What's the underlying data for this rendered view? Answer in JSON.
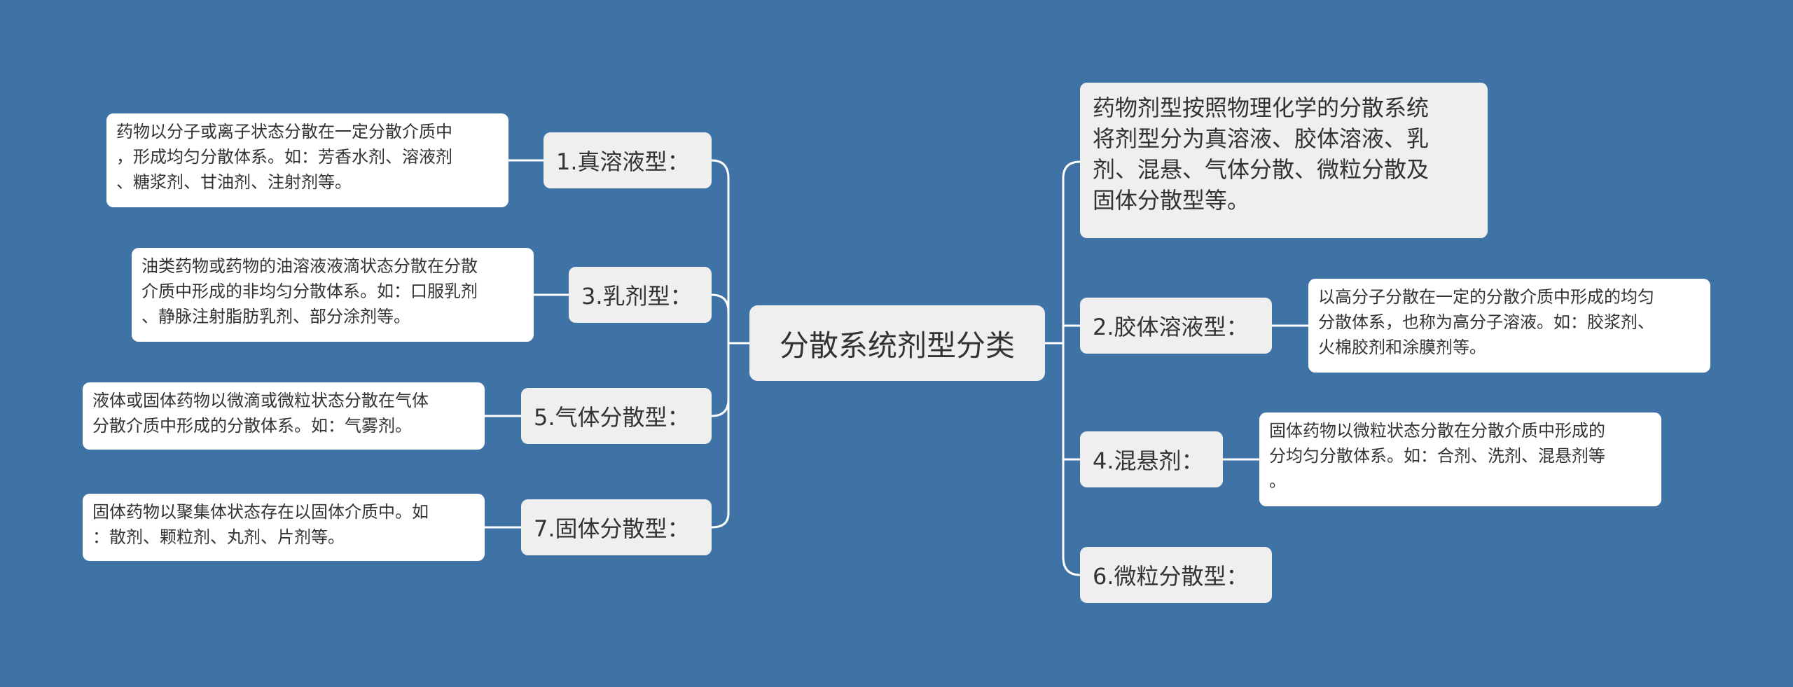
{
  "root": {
    "label": "分散系统剂型分类"
  },
  "left_branches": [
    {
      "label": "1.真溶液型：",
      "detail": "药物以分子或离子状态分散在一定分散介质中\n，形成均匀分散体系。如：芳香水剂、溶液剂\n、糖浆剂、甘油剂、注射剂等。"
    },
    {
      "label": "3.乳剂型：",
      "detail": "油类药物或药物的油溶液液滴状态分散在分散\n介质中形成的非均匀分散体系。如：口服乳剂\n、静脉注射脂肪乳剂、部分涂剂等。"
    },
    {
      "label": "5.气体分散型：",
      "detail": "液体或固体药物以微滴或微粒状态分散在气体\n分散介质中形成的分散体系。如：气雾剂。"
    },
    {
      "label": "7.固体分散型：",
      "detail": "固体药物以聚集体状态存在以固体介质中。如\n：散剂、颗粒剂、丸剂、片剂等。"
    }
  ],
  "right_branches": [
    {
      "label": "药物剂型按照物理化学的分散系统\n将剂型分为真溶液、胶体溶液、乳\n剂、混悬、气体分散、微粒分散及\n固体分散型等。",
      "detail": ""
    },
    {
      "label": "2.胶体溶液型：",
      "detail": "以高分子分散在一定的分散介质中形成的均匀\n分散体系，也称为高分子溶液。如：胶浆剂、\n火棉胶剂和涂膜剂等。"
    },
    {
      "label": "4.混悬剂：",
      "detail": "固体药物以微粒状态分散在分散介质中形成的\n分均匀分散体系。如：合剂、洗剂、混悬剂等\n。"
    },
    {
      "label": "6.微粒分散型：",
      "detail": ""
    }
  ],
  "colors": {
    "background": "#3f73a6",
    "connector": "#ffffff",
    "node": "#efefef",
    "leaf": "#ffffff",
    "text": "#333333"
  }
}
